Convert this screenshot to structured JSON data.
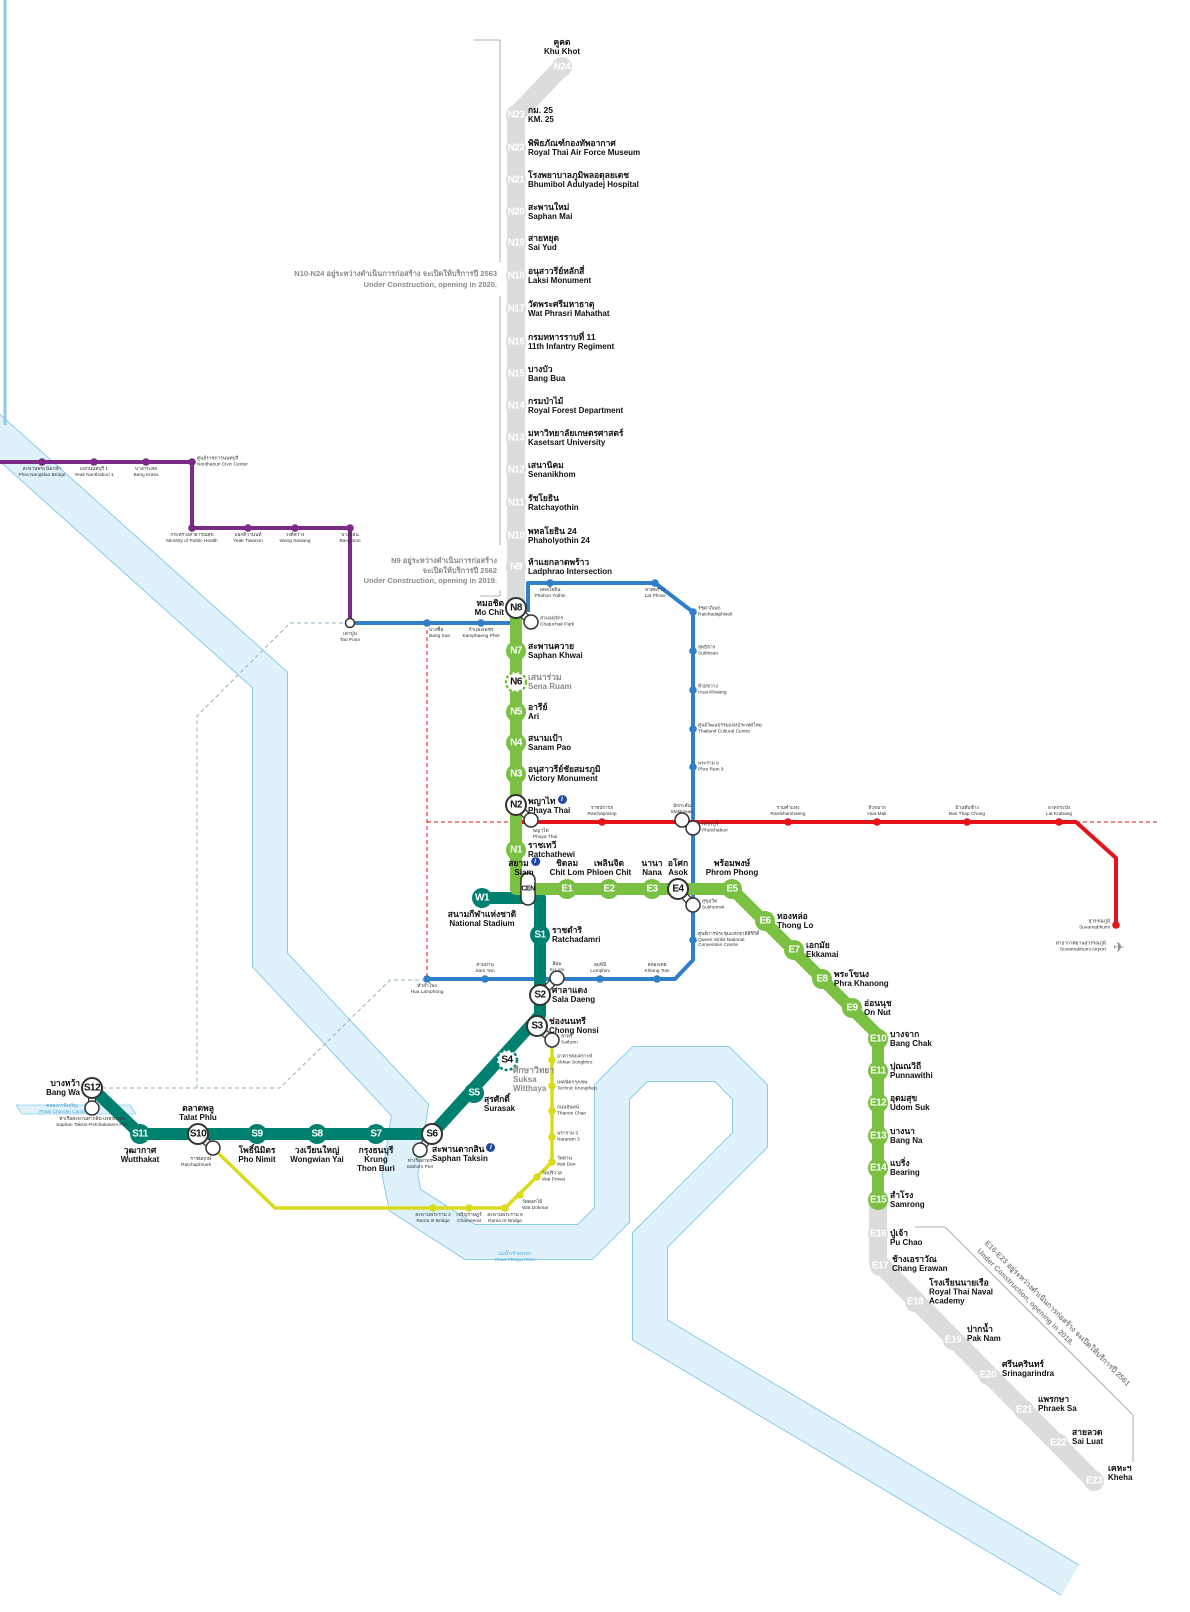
{
  "colors": {
    "sukhumvit": "#7ac143",
    "silom": "#00806f",
    "mrt_blue": "#2f80c9",
    "purple": "#7b2a87",
    "airport_link": "#e3141b",
    "brt": "#d8dc1c",
    "future": "#dcdcdc",
    "water": "#dff1fb",
    "water_edge": "#8ccbe8"
  },
  "notes": {
    "n10_n24": {
      "th": "N10-N24 อยู่ระหว่างดำเนินการก่อสร้าง จะเปิดให้บริการปี 2563",
      "en": "Under Construction, opening in 2020."
    },
    "n9": {
      "th1": "N9 อยู่ระหว่างดำเนินการก่อสร้าง",
      "th2": "จะเปิดให้บริการปี 2562",
      "en": "Under Construction, opening in 2019."
    },
    "e16_e23": {
      "th": "E16-E23 อยู่ระหว่างดำเนินการก่อสร้าง จะเปิดให้บริการปี 2561",
      "en": "Under Construction, opening in 2018."
    }
  },
  "water": {
    "chao_phraya": {
      "th": "แม่น้ำเจ้าพระยา",
      "en": "Chao Phraya River"
    },
    "phasi_charoen": {
      "th": "คลองภาษีเจริญ",
      "en": "Phasi Charoen Canal"
    }
  },
  "sukhumvit": [
    {
      "code": "N24",
      "th": "คูคต",
      "en": "Khu Khot",
      "status": "future"
    },
    {
      "code": "N23",
      "th": "กม. 25",
      "en": "KM. 25",
      "status": "future"
    },
    {
      "code": "N22",
      "th": "พิพิธภัณฑ์กองทัพอากาศ",
      "en": "Royal Thai Air Force Museum",
      "status": "future"
    },
    {
      "code": "N21",
      "th": "โรงพยาบาลภูมิพลอดุลยเดช",
      "en": "Bhumibol Adulyadej Hospital",
      "status": "future"
    },
    {
      "code": "N20",
      "th": "สะพานใหม่",
      "en": "Saphan Mai",
      "status": "future"
    },
    {
      "code": "N19",
      "th": "สายหยุด",
      "en": "Sai Yud",
      "status": "future"
    },
    {
      "code": "N18",
      "th": "อนุสาวรีย์หลักสี่",
      "en": "Laksi Monument",
      "status": "future"
    },
    {
      "code": "N17",
      "th": "วัดพระศรีมหาธาตุ",
      "en": "Wat Phrasri Mahathat",
      "status": "future"
    },
    {
      "code": "N16",
      "th": "กรมทหารราบที่ 11",
      "en": "11th Infantry Regiment",
      "status": "future"
    },
    {
      "code": "N15",
      "th": "บางบัว",
      "en": "Bang Bua",
      "status": "future"
    },
    {
      "code": "N14",
      "th": "กรมป่าไม้",
      "en": "Royal Forest Department",
      "status": "future"
    },
    {
      "code": "N13",
      "th": "มหาวิทยาลัยเกษตรศาสตร์",
      "en": "Kasetsart University",
      "status": "future"
    },
    {
      "code": "N12",
      "th": "เสนานิคม",
      "en": "Senanikhom",
      "status": "future"
    },
    {
      "code": "N11",
      "th": "รัชโยธิน",
      "en": "Ratchayothin",
      "status": "future"
    },
    {
      "code": "N10",
      "th": "พหลโยธิน 24",
      "en": "Phaholyothin 24",
      "status": "future"
    },
    {
      "code": "N9",
      "th": "ห้าแยกลาดพร้าว",
      "en": "Ladphrao Intersection",
      "status": "future"
    },
    {
      "code": "N8",
      "th": "หมอชิต",
      "en": "Mo Chit",
      "status": "interchange"
    },
    {
      "code": "N7",
      "th": "สะพานควาย",
      "en": "Saphan Khwai",
      "status": "open"
    },
    {
      "code": "N6",
      "th": "เสนาร่วม",
      "en": "Sena Ruam",
      "status": "planned"
    },
    {
      "code": "N5",
      "th": "อารีย์",
      "en": "Ari",
      "status": "open"
    },
    {
      "code": "N4",
      "th": "สนามเป้า",
      "en": "Sanam Pao",
      "status": "open"
    },
    {
      "code": "N3",
      "th": "อนุสาวรีย์ชัยสมรภูมิ",
      "en": "Victory Monument",
      "status": "open"
    },
    {
      "code": "N2",
      "th": "พญาไท",
      "en": "Phaya Thai",
      "status": "interchange",
      "info": true
    },
    {
      "code": "N1",
      "th": "ราชเทวี",
      "en": "Ratchathewi",
      "status": "open"
    },
    {
      "code": "CEN",
      "th": "สยาม",
      "en": "Siam",
      "status": "central",
      "info": true
    },
    {
      "code": "E1",
      "th": "ชิดลม",
      "en": "Chit Lom",
      "status": "open"
    },
    {
      "code": "E2",
      "th": "เพลินจิต",
      "en": "Phloen Chit",
      "status": "open"
    },
    {
      "code": "E3",
      "th": "นานา",
      "en": "Nana",
      "status": "open"
    },
    {
      "code": "E4",
      "th": "อโศก",
      "en": "Asok",
      "status": "interchange"
    },
    {
      "code": "E5",
      "th": "พร้อมพงษ์",
      "en": "Phrom Phong",
      "status": "open"
    },
    {
      "code": "E6",
      "th": "ทองหล่อ",
      "en": "Thong Lo",
      "status": "open"
    },
    {
      "code": "E7",
      "th": "เอกมัย",
      "en": "Ekkamai",
      "status": "open"
    },
    {
      "code": "E8",
      "th": "พระโขนง",
      "en": "Phra Khanong",
      "status": "open"
    },
    {
      "code": "E9",
      "th": "อ่อนนุช",
      "en": "On Nut",
      "status": "open"
    },
    {
      "code": "E10",
      "th": "บางจาก",
      "en": "Bang Chak",
      "status": "open"
    },
    {
      "code": "E11",
      "th": "ปุณณวิถี",
      "en": "Punnawithi",
      "status": "open"
    },
    {
      "code": "E12",
      "th": "อุดมสุข",
      "en": "Udom Suk",
      "status": "open"
    },
    {
      "code": "E13",
      "th": "บางนา",
      "en": "Bang Na",
      "status": "open"
    },
    {
      "code": "E14",
      "th": "แบริ่ง",
      "en": "Bearing",
      "status": "open"
    },
    {
      "code": "E15",
      "th": "สำโรง",
      "en": "Samrong",
      "status": "open"
    },
    {
      "code": "E16",
      "th": "ปู่เจ้า",
      "en": "Pu Chao",
      "status": "future"
    },
    {
      "code": "E17",
      "th": "ช้างเอราวัณ",
      "en": "Chang Erawan",
      "status": "future"
    },
    {
      "code": "E18",
      "th": "โรงเรียนนายเรือ",
      "en": "Royal Thai Naval\nAcademy",
      "status": "future"
    },
    {
      "code": "E19",
      "th": "ปากน้ำ",
      "en": "Pak Nam",
      "status": "future"
    },
    {
      "code": "E20",
      "th": "ศรีนครินทร์",
      "en": "Srinagarindra",
      "status": "future"
    },
    {
      "code": "E21",
      "th": "แพรกษา",
      "en": "Phraek Sa",
      "status": "future"
    },
    {
      "code": "E22",
      "th": "สายลวด",
      "en": "Sai Luat",
      "status": "future"
    },
    {
      "code": "E23",
      "th": "เคหะฯ",
      "en": "Kheha",
      "status": "future"
    }
  ],
  "silom": [
    {
      "code": "W1",
      "th": "สนามกีฬาแห่งชาติ",
      "en": "National Stadium",
      "status": "open"
    },
    {
      "code": "S1",
      "th": "ราชดำริ",
      "en": "Ratchadamri",
      "status": "open"
    },
    {
      "code": "S2",
      "th": "ศาลาแดง",
      "en": "Sala Daeng",
      "status": "interchange"
    },
    {
      "code": "S3",
      "th": "ช่องนนทรี",
      "en": "Chong Nonsi",
      "status": "interchange"
    },
    {
      "code": "S4",
      "th": "ศึกษาวิทยา",
      "en": "Suksa\nWitthaya",
      "status": "planned"
    },
    {
      "code": "S5",
      "th": "สุรศักดิ์",
      "en": "Surasak",
      "status": "open"
    },
    {
      "code": "S6",
      "th": "สะพานตากสิน",
      "en": "Saphan Taksin",
      "status": "interchange",
      "info": true
    },
    {
      "code": "S7",
      "th": "กรุงธนบุรี",
      "en": "Krung\nThon Buri",
      "status": "open"
    },
    {
      "code": "S8",
      "th": "วงเวียนใหญ่",
      "en": "Wongwian Yai",
      "status": "open"
    },
    {
      "code": "S9",
      "th": "โพธิ์นิมิตร",
      "en": "Pho Nimit",
      "status": "open"
    },
    {
      "code": "S10",
      "th": "ตลาดพลู",
      "en": "Talat Phlu",
      "status": "interchange"
    },
    {
      "code": "S11",
      "th": "วุฒากาศ",
      "en": "Wutthakat",
      "status": "open"
    },
    {
      "code": "S12",
      "th": "บางหว้า",
      "en": "Bang Wa",
      "status": "interchange"
    }
  ],
  "purple_line": [
    {
      "id": "pnk",
      "th": "สะพานพระนั่งเกล้า",
      "en": "Phra Nangklao Bridge"
    },
    {
      "id": "yn1",
      "th": "แยกนนทบุรี 1",
      "en": "Yeak Nonthaburi 1"
    },
    {
      "id": "bkr",
      "th": "บางกระสอ",
      "en": "Bang Kraso"
    },
    {
      "id": "ncc",
      "th": "ศูนย์ราชการนนทบุรี",
      "en": "Nonthaburi Civic Center"
    },
    {
      "id": "mph",
      "th": "กระทรวงสาธารณสุข",
      "en": "Ministry of Public Health"
    },
    {
      "id": "ytw",
      "th": "แยกติวานนท์",
      "en": "Yeak Tiwanon"
    },
    {
      "id": "wsw",
      "th": "วงศ์สว่าง",
      "en": "Wong Sawang"
    },
    {
      "id": "bso",
      "th": "บางซ่อน",
      "en": "Bang Son"
    },
    {
      "id": "tpo",
      "th": "เตาปูน",
      "en": "Tao Poon",
      "ix": true
    }
  ],
  "blue_line": [
    {
      "id": "bsu",
      "th": "บางซื่อ",
      "en": "Bang Sue"
    },
    {
      "id": "kpp",
      "th": "กำแพงเพชร",
      "en": "Kamphaeng Phet"
    },
    {
      "id": "ctc",
      "th": "สวนจตุจักร",
      "en": "Chatuchak Park",
      "ix": true
    },
    {
      "id": "phy",
      "th": "พหลโยธิน",
      "en": "Phahon Yothin"
    },
    {
      "id": "lpr",
      "th": "ลาดพร้าว",
      "en": "Lat Phrao"
    },
    {
      "id": "rdp",
      "th": "รัชดาภิเษก",
      "en": "Ratchadaphisek"
    },
    {
      "id": "sts",
      "th": "สุทธิสาร",
      "en": "Sutthisan"
    },
    {
      "id": "hkw",
      "th": "ห้วยขวาง",
      "en": "Huai Khwang"
    },
    {
      "id": "tcc",
      "th": "ศูนย์วัฒนธรรมแห่งประเทศไทย",
      "en": "Thailand Cultural Centre"
    },
    {
      "id": "pr9",
      "th": "พระราม 9",
      "en": "Phra Ram 9"
    },
    {
      "id": "pcb",
      "th": "เพชรบุรี",
      "en": "Phetchaburi",
      "ix": true
    },
    {
      "id": "skv",
      "th": "สุขุมวิท",
      "en": "Sukhumvit",
      "ix": true
    },
    {
      "id": "qsn",
      "th": "ศูนย์การประชุมแห่งชาติสิริกิติ์",
      "en": "Queen Sirikit National\nConvention Centre"
    },
    {
      "id": "ktt",
      "th": "คลองเตย",
      "en": "Khlong Toei"
    },
    {
      "id": "lpn",
      "th": "ลุมพินี",
      "en": "Lumphini"
    },
    {
      "id": "slm",
      "th": "สีลม",
      "en": "Si Lom",
      "ix": true
    },
    {
      "id": "smy",
      "th": "สามย่าน",
      "en": "Sam Yan"
    },
    {
      "id": "hlp",
      "th": "หัวลำโพง",
      "en": "Hua Lamphong"
    }
  ],
  "airport_link": [
    {
      "id": "apt",
      "th": "พญาไท",
      "en": "Phaya Thai",
      "ix": true
    },
    {
      "id": "rpp",
      "th": "ราชปรารภ",
      "en": "Ratchaprarop"
    },
    {
      "id": "mks",
      "th": "มักกะสัน",
      "en": "Makkasan",
      "ix": true
    },
    {
      "id": "rkh",
      "th": "รามคำแหง",
      "en": "Ramkhamhaeng"
    },
    {
      "id": "hmk",
      "th": "หัวหมาก",
      "en": "Hua Mak"
    },
    {
      "id": "btc",
      "th": "บ้านทับช้าง",
      "en": "Ban Thap Chang"
    },
    {
      "id": "lkb",
      "th": "ลาดกระบัง",
      "en": "Lat Krabang"
    },
    {
      "id": "svb",
      "th": "สุวรรณภูมิ",
      "en": "Suvarnabhumi"
    },
    {
      "id": "air",
      "th": "ท่าอากาศยานสุวรรณภูมิ",
      "en": "Suvarnabhumi Airport",
      "airport": true
    }
  ],
  "brt_line": [
    {
      "id": "sat",
      "th": "สาทร",
      "en": "Sathorn",
      "ix": true
    },
    {
      "id": "aks",
      "th": "อาคารสงเคราะห์",
      "en": "Akhan Songkhro"
    },
    {
      "id": "tkt",
      "th": "เทคนิคกรุงเทพ",
      "en": "Technic Krungthep"
    },
    {
      "id": "tch",
      "th": "ถนนจันทน์",
      "en": "Thanon Chan"
    },
    {
      "id": "nr3",
      "th": "นราราม 3",
      "en": "Nararam 3"
    },
    {
      "id": "wdn",
      "th": "วัดด่าน",
      "en": "Wat Dan"
    },
    {
      "id": "wpr",
      "th": "วัดปริวาส",
      "en": "Wat Priwat"
    },
    {
      "id": "wdm",
      "th": "วัดดอกไม้",
      "en": "Wat Dokmai"
    },
    {
      "id": "r9b",
      "th": "สะพานพระราม 9",
      "en": "Rama IX Bridge"
    },
    {
      "id": "crr",
      "th": "เจริญราษฎร์",
      "en": "Charoenrat"
    },
    {
      "id": "r3b",
      "th": "สะพานพระราม 3",
      "en": "Rama III Bridge"
    },
    {
      "id": "rpk",
      "th": "ราชพฤกษ์",
      "en": "Ratchaphruek",
      "ix": true
    }
  ],
  "piers": [
    {
      "id": "stp",
      "th": "ท่าเรือสาทร",
      "en": "Sathorn Pier",
      "ix": true
    },
    {
      "id": "tpp",
      "th": "ท่าเรือสะพานตากสิน-เพชรเกษม",
      "en": "Saphan Taksin-Petchakasem Pier",
      "ix": true
    }
  ]
}
